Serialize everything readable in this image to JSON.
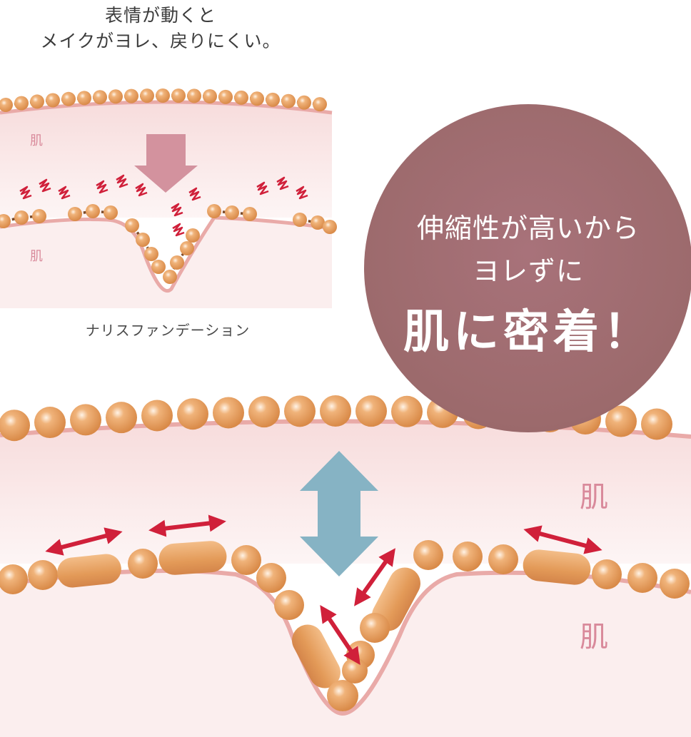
{
  "top_panel": {
    "caption_line1": "表情が動くと",
    "caption_line2": "メイクがヨレ、戻りにくい。",
    "skin_label_upper": "肌",
    "skin_label_lower": "肌",
    "product_label": "ナリスファンデーション"
  },
  "bubble": {
    "line1": "伸縮性が高いから",
    "line2": "ヨレずに",
    "line3": "肌に密着！"
  },
  "bottom_panel": {
    "skin_label_upper": "肌",
    "skin_label_lower": "肌"
  },
  "colors": {
    "particle": "#e8a160",
    "link": "#7a4a2a",
    "skin_line": "#e9aaa8",
    "skin_fill": "#fbeeee",
    "down_arrow": "#d3929e",
    "stretch_arrow": "#d0203a",
    "vertical_arrow": "#86b3c4",
    "bubble": "#9c6a6c"
  }
}
